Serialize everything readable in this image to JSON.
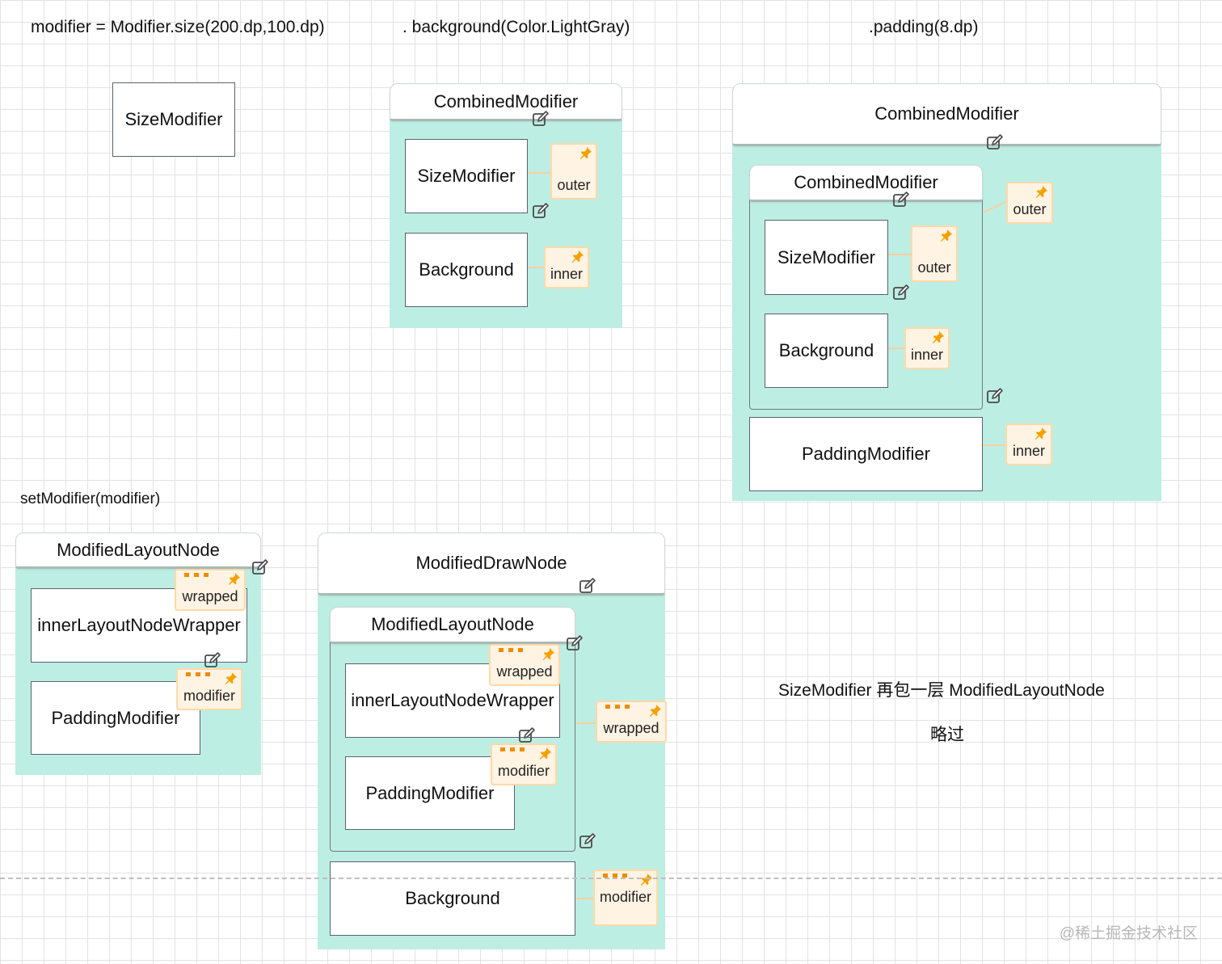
{
  "captions": {
    "size_call": "modifier = Modifier.size(200.dp,100.dp)",
    "background_call": ". background(Color.LightGray)",
    "padding_call": ".padding(8.dp)",
    "set_modifier": "setModifier(modifier)",
    "note_line1": "SizeModifier 再包一层 ModifiedLayoutNode",
    "note_line2": "略过"
  },
  "stage1": {
    "box": "SizeModifier"
  },
  "stage2": {
    "header": "CombinedModifier",
    "outer_box": "SizeModifier",
    "outer_tag": "outer",
    "inner_box": "Background",
    "inner_tag": "inner"
  },
  "stage3": {
    "header": "CombinedModifier",
    "nested_header": "CombinedModifier",
    "nested_outer_box": "SizeModifier",
    "nested_outer_tag": "outer",
    "nested_inner_box": "Background",
    "nested_inner_tag": "inner",
    "outer_tag": "outer",
    "padding_box": "PaddingModifier",
    "inner_tag": "inner"
  },
  "layout_node": {
    "header": "ModifiedLayoutNode",
    "wrapper_box": "innerLayoutNodeWrapper",
    "wrapped_tag": "wrapped",
    "padding_box": "PaddingModifier",
    "modifier_tag": "modifier"
  },
  "draw_node": {
    "header": "ModifiedDrawNode",
    "nested_header": "ModifiedLayoutNode",
    "nested_wrapper_box": "innerLayoutNodeWrapper",
    "nested_wrapped_tag": "wrapped",
    "nested_padding_box": "PaddingModifier",
    "nested_modifier_tag": "modifier",
    "wrapped_tag": "wrapped",
    "background_box": "Background",
    "modifier_tag": "modifier"
  },
  "watermark": "@稀土掘金技术社区",
  "icons": [
    "pin-icon",
    "edit-icon"
  ],
  "colors": {
    "container": "#bdeee3",
    "tag_fill": "#fff3e3",
    "tag_border": "#ffd9a8",
    "pin": "#f5a100",
    "dots": "#f08c00"
  }
}
